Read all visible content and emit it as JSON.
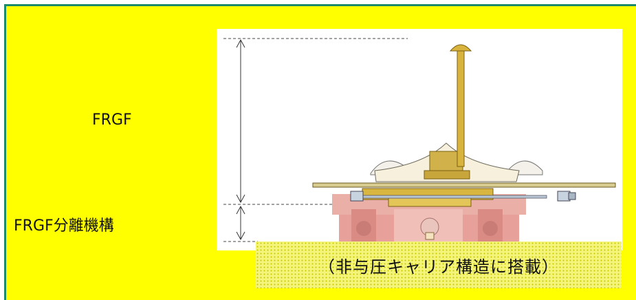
{
  "labels": {
    "frgf": "FRGF",
    "separation_mechanism": "FRGF分離機構"
  },
  "caption": "（非与圧キャリア構造に搭載）",
  "colors": {
    "panel_background": "#ffff00",
    "panel_border": "#1a8a6a",
    "fixture_gold": "#d9b640",
    "separation_pink": "#e7a19a"
  }
}
